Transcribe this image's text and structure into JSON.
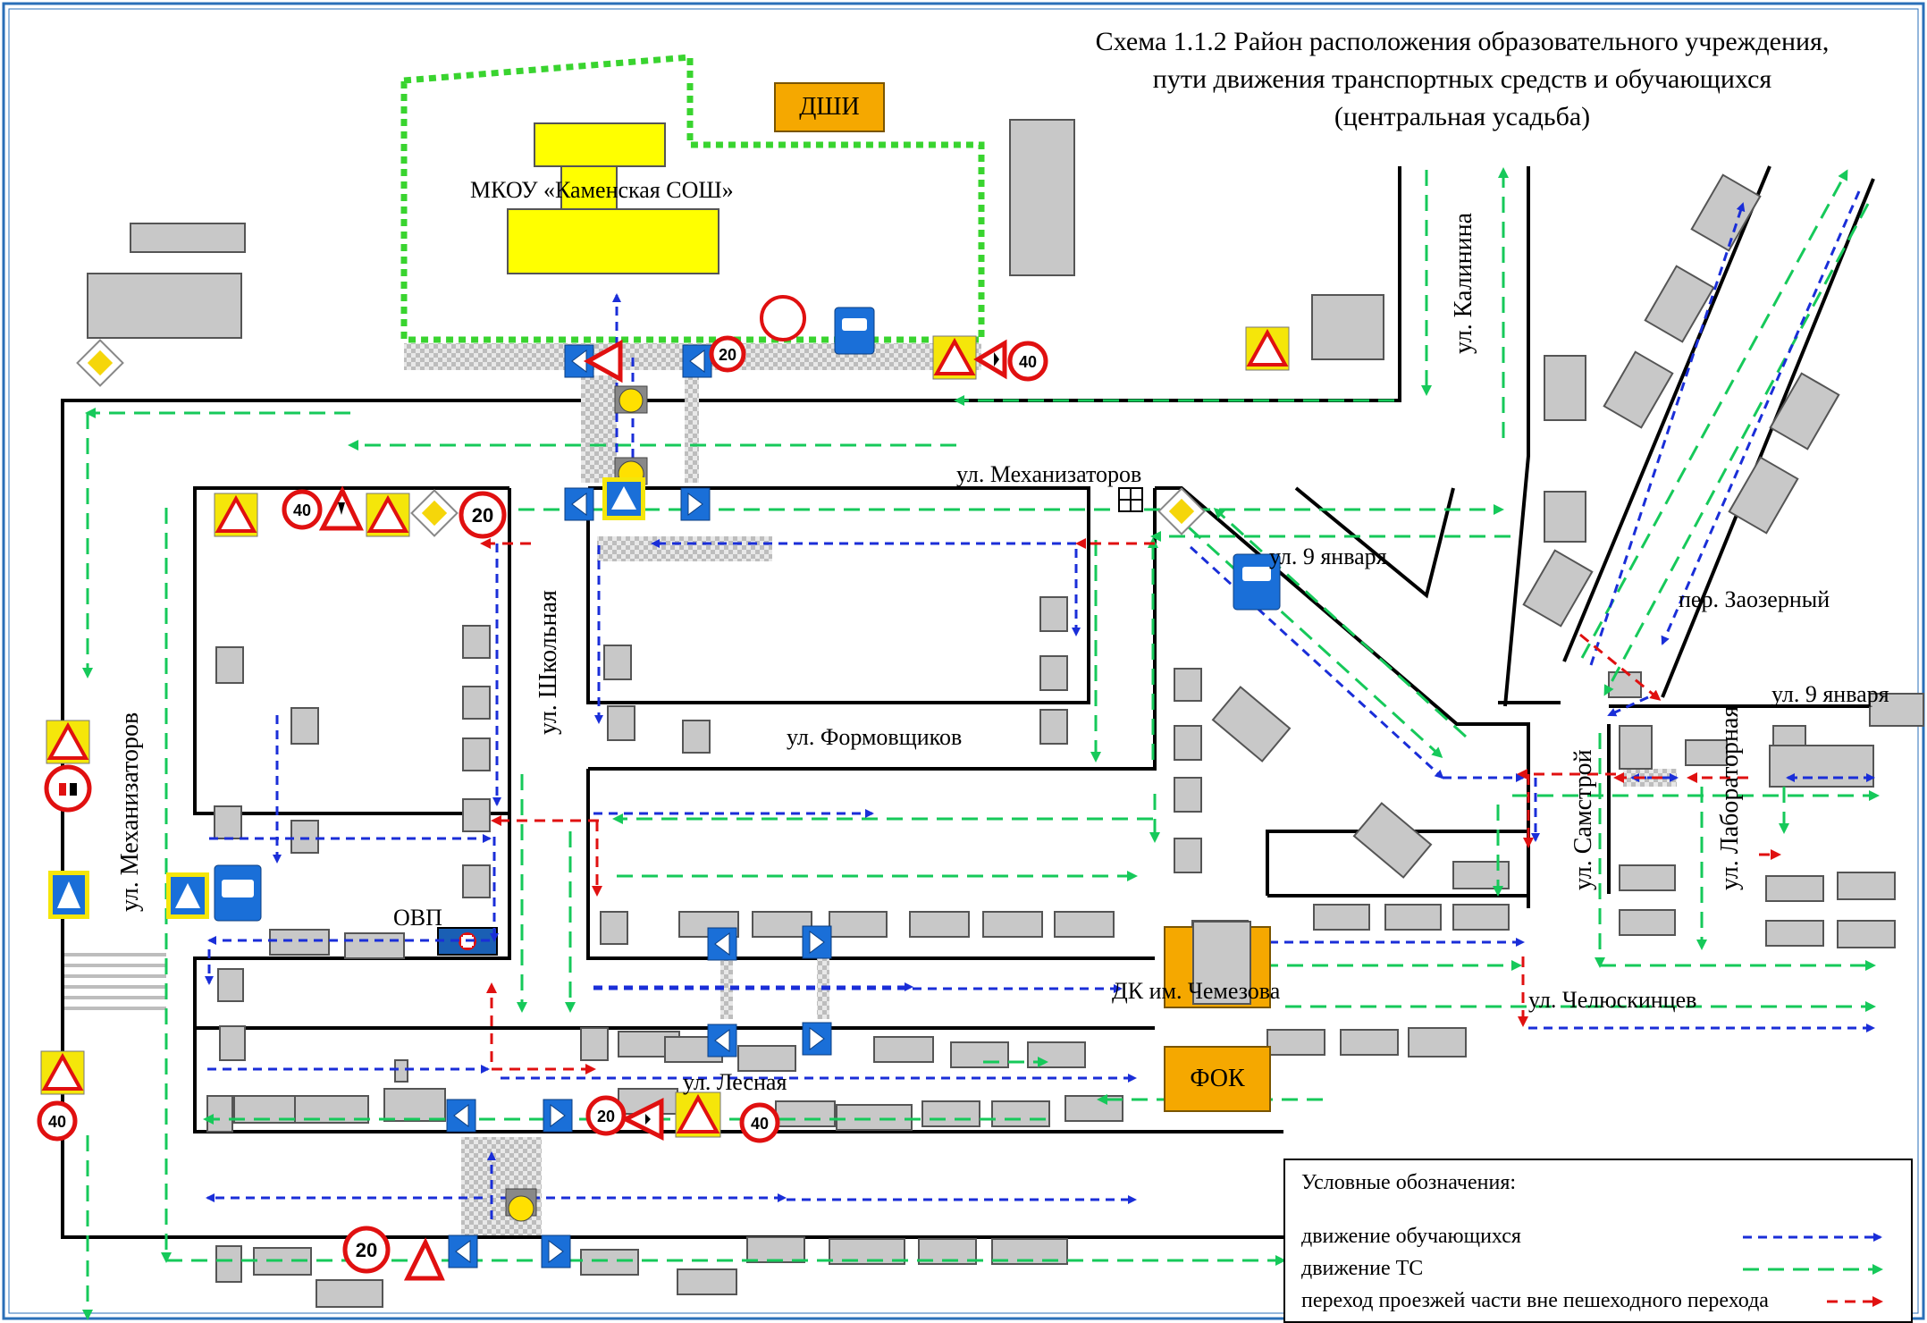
{
  "title": {
    "line1": "Схема 1.1.2 Район расположения образовательного учреждения,",
    "line2": "пути движения транспортных средств и обучающихся",
    "line3": "(центральная усадьба)"
  },
  "buildings": {
    "school": "МКОУ «Каменская СОШ»",
    "music_school": "ДШИ",
    "culture_house": "ДК им. Чемезова",
    "sports_complex": "ФОК",
    "police": "ОВП"
  },
  "streets": {
    "mekhanizatorov_top": "ул. Механизаторов",
    "mekhanizatorov_left": "ул. Механизаторов",
    "shkolnaya": "ул. Школьная",
    "formovshchikov": "ул. Формовщиков",
    "lesnaya": "ул. Лесная",
    "kalinina": "ул. Калинина",
    "yanvarya_9_diag": "ул. 9 января",
    "yanvarya_9_right": "ул. 9 января",
    "zaozerny": "пер. Заозерный",
    "samstroy": "ул. Самстрой",
    "laboratornaya": "ул. Лабораторная",
    "chelyuskintsev": "ул. Челюскинцев"
  },
  "signs": {
    "speed_40": "40",
    "speed_20": "20"
  },
  "legend": {
    "heading": "Условные обозначения:",
    "students": "движение обучающихся",
    "vehicles": "движение ТС",
    "crossing": "переход проезжей части  вне пешеходного перехода"
  },
  "colors": {
    "students_route": "#1a2ed8",
    "vehicle_route": "#16c95a",
    "crossing_route": "#e01010",
    "school_zone": "#39d42f",
    "school_building": "#ffff00",
    "building": "#c8c8c8",
    "orange_building": "#f5a800",
    "frame": "#2a6fb8"
  }
}
